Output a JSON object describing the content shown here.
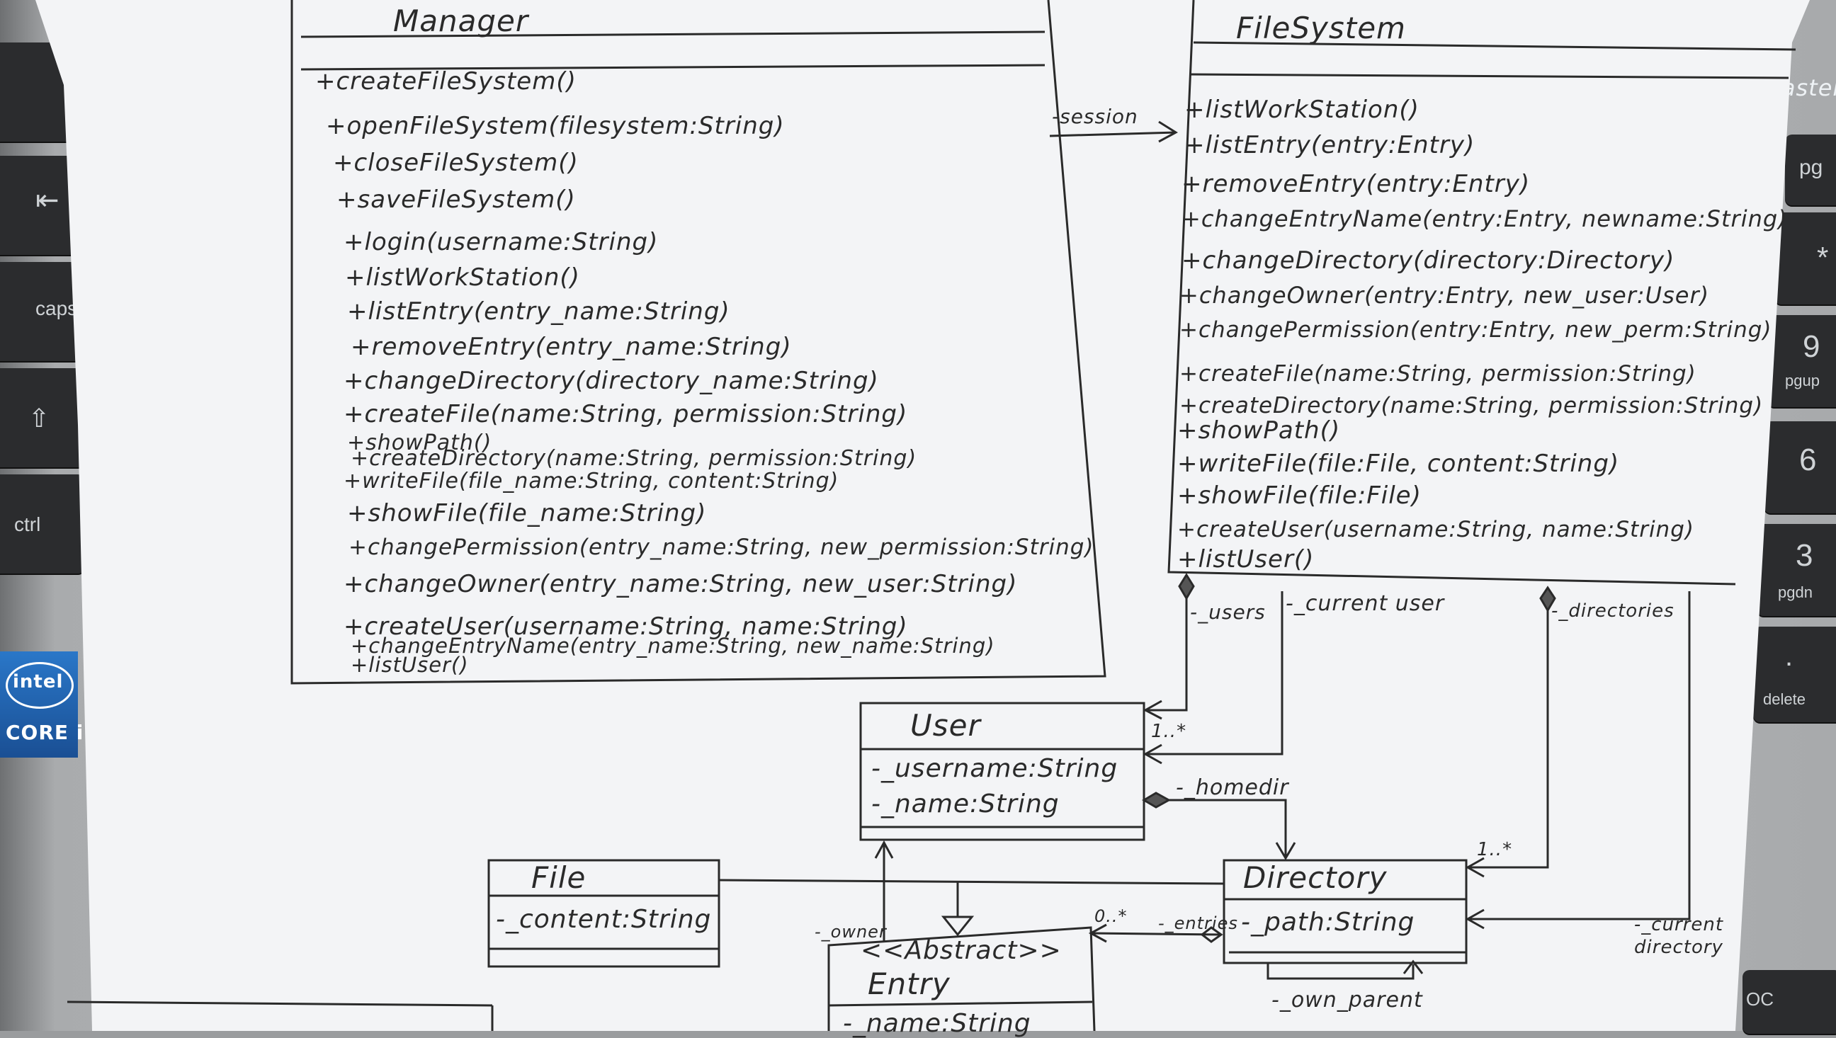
{
  "diagram": {
    "classes": {
      "manager": {
        "name": "Manager",
        "methods": [
          "+createFileSystem()",
          "+openFileSystem(filesystem:String)",
          "+closeFileSystem()",
          "+saveFileSystem()",
          "+login(username:String)",
          "+listWorkStation()",
          "+listEntry(entry_name:String)",
          "+removeEntry(entry_name:String)",
          "+changeDirectory(directory_name:String)",
          "+createFile(name:String, permission:String)",
          "+showPath()",
          "+createDirectory(name:String, permission:String)",
          "+writeFile(file_name:String, content:String)",
          "+showFile(file_name:String)",
          "+changePermission(entry_name:String, new_permission:String)",
          "+changeOwner(entry_name:String, new_user:String)",
          "+createUser(username:String, name:String)",
          "+changeEntryName(entry_name:String, new_name:String)",
          "+listUser()"
        ]
      },
      "filesystem": {
        "name": "FileSystem",
        "methods": [
          "+listWorkStation()",
          "+listEntry(entry:Entry)",
          "+removeEntry(entry:Entry)",
          "+changeEntryName(entry:Entry, newname:String)",
          "+changeDirectory(directory:Directory)",
          "+changeOwner(entry:Entry, new_user:User)",
          "+changePermission(entry:Entry, new_perm:String)",
          "+createFile(name:String, permission:String)",
          "+createDirectory(name:String, permission:String)",
          "+showPath()",
          "+writeFile(file:File, content:String)",
          "+showFile(file:File)",
          "+createUser(username:String, name:String)",
          "+listUser()"
        ]
      },
      "user": {
        "name": "User",
        "attributes": [
          "-_username:String",
          "-_name:String"
        ]
      },
      "file": {
        "name": "File",
        "attributes": [
          "-_content:String"
        ]
      },
      "entry": {
        "stereotype": "<<Abstract>>",
        "name": "Entry",
        "attributes": [
          "-_name:String"
        ]
      },
      "directory": {
        "name": "Directory",
        "attributes": [
          "-_path:String"
        ]
      }
    },
    "labels": {
      "session": "-session",
      "users": "-_users",
      "current_user": "-_current user",
      "directories": "-_directories",
      "users_mult": "1..*",
      "homedir": "-_homedir",
      "dirs_mult": "1..*",
      "current_directory": "-_current directory",
      "owner": "-_owner",
      "entries_mult": "0..*",
      "entries": "-_entries",
      "own_parent": "-_own_parent"
    },
    "colors": {
      "ink": "#2a2a2a",
      "paper": "#f3f4f6",
      "laptop": "#b7b9bb",
      "key": "#2b2c2e"
    }
  },
  "laptop_keys": {
    "tab": "⇤",
    "caps": "caps",
    "shift": "⇧",
    "ctrl": "ctrl",
    "intel_brand": "intel",
    "intel_core": "CORE i",
    "pg_top": "pg",
    "asterisk": "*",
    "nine": "9",
    "pgup": "pgup",
    "six": "6",
    "three": "3",
    "pgdn": "pgdn",
    "dot": ".",
    "delete": "delete",
    "laster": "laster",
    "oc": "OC"
  }
}
